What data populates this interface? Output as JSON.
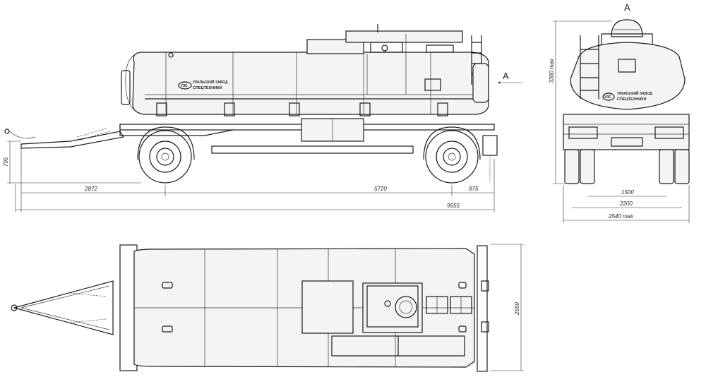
{
  "view_label": "A",
  "logo": {
    "badge": "УЗС",
    "line1": "УРАЛЬСКИЙ ЗАВОД",
    "line2": "СПЕЦТЕХНИКИ"
  },
  "dimensions": {
    "tow_height": "795",
    "front_overhang": "2872",
    "wheelbase": "5720",
    "rear_overhang": "875",
    "total_length": "9555",
    "total_height": "3300 max",
    "track": "1500",
    "axle_width": "2200",
    "total_width": "2540 max",
    "body_width": "2550"
  }
}
